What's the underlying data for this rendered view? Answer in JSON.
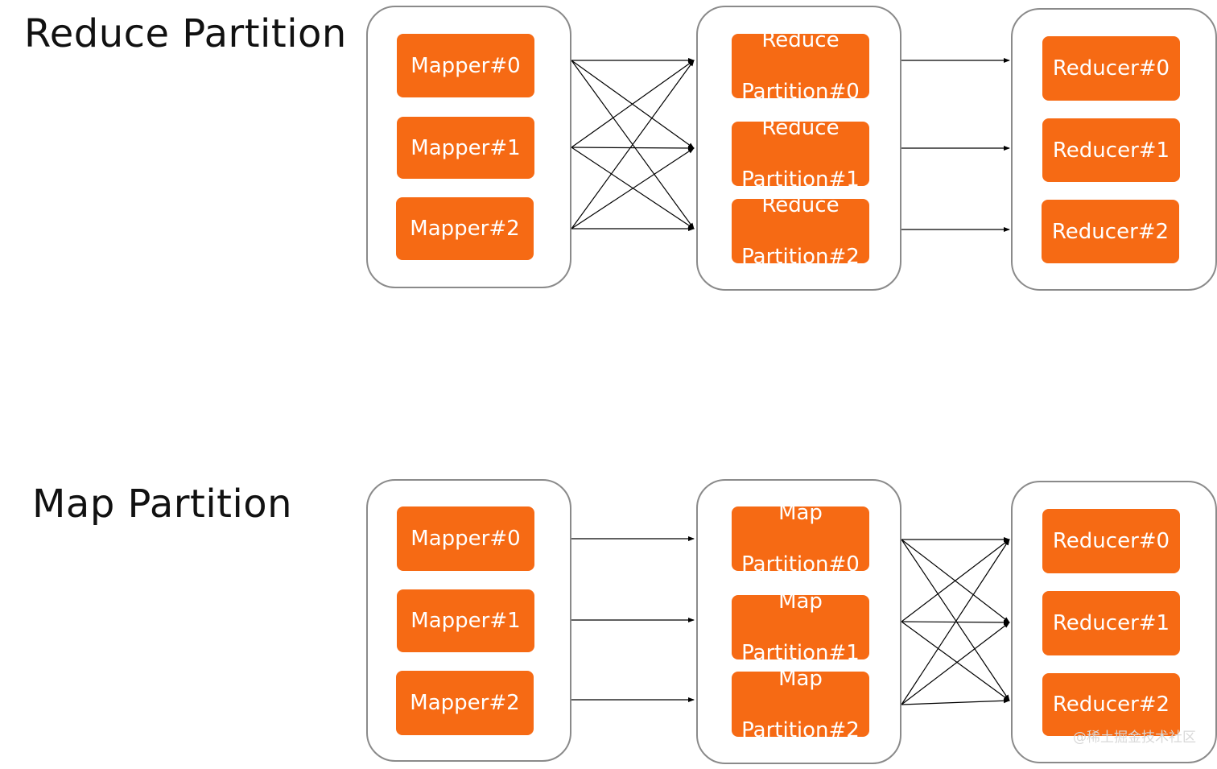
{
  "top": {
    "title": "Reduce Partition",
    "mappers": [
      "Mapper#0",
      "Mapper#1",
      "Mapper#2"
    ],
    "partitions": [
      [
        "Reduce",
        "Partition#0"
      ],
      [
        "Reduce",
        "Partition#1"
      ],
      [
        "Reduce",
        "Partition#2"
      ]
    ],
    "reducers": [
      "Reducer#0",
      "Reducer#1",
      "Reducer#2"
    ]
  },
  "bottom": {
    "title": "Map Partition",
    "mappers": [
      "Mapper#0",
      "Mapper#1",
      "Mapper#2"
    ],
    "partitions": [
      [
        "Map",
        "Partition#0"
      ],
      [
        "Map",
        "Partition#1"
      ],
      [
        "Map",
        "Partition#2"
      ]
    ],
    "reducers": [
      "Reducer#0",
      "Reducer#1",
      "Reducer#2"
    ]
  },
  "watermark": "@稀土掘金技术社区",
  "colors": {
    "node_fill": "#f66a14",
    "node_text": "#ffffff",
    "group_border": "#8a8a8a",
    "arrow": "#000000"
  }
}
